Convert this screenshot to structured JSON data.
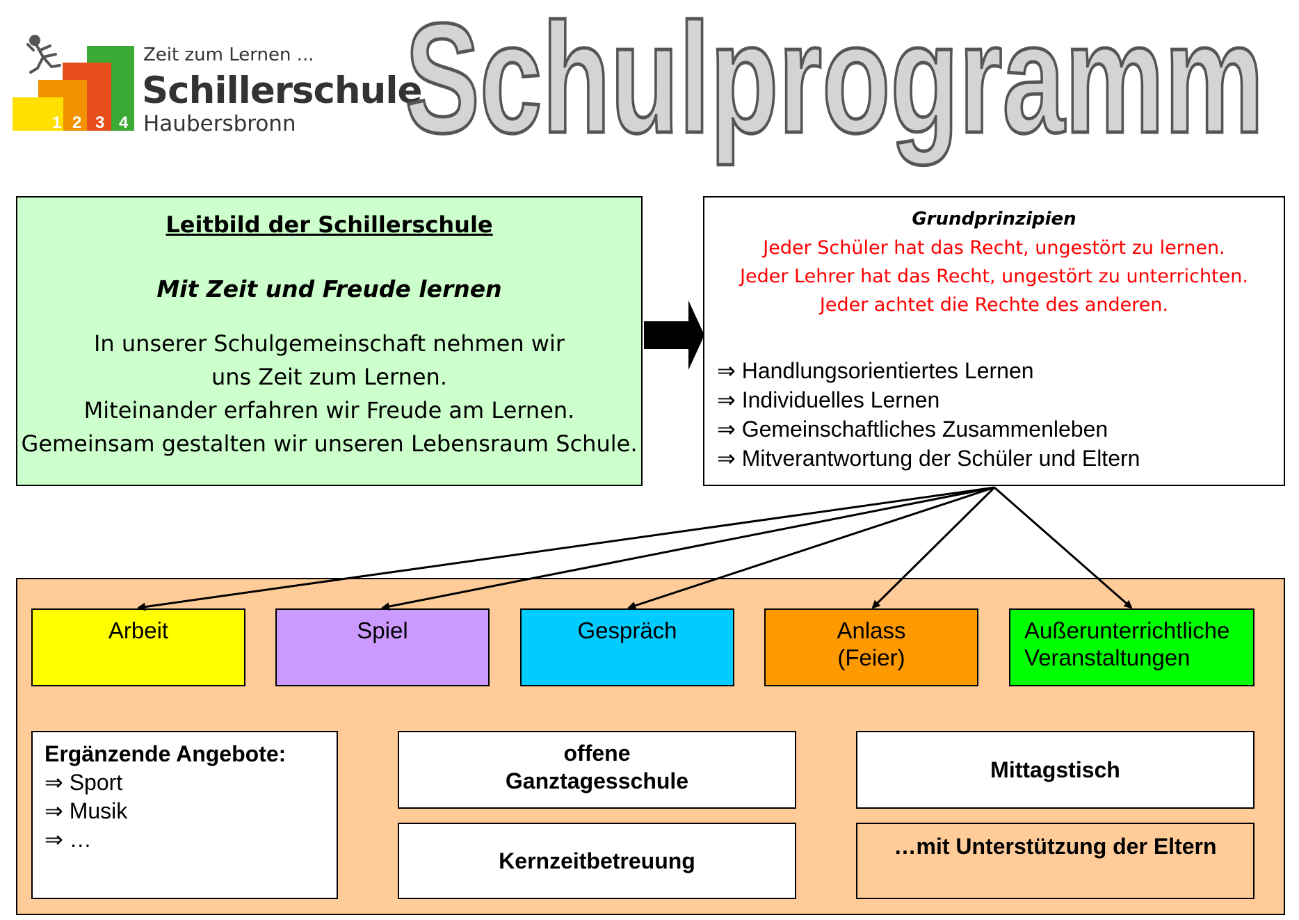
{
  "logo": {
    "tagline": "Zeit zum Lernen ...",
    "school": "Schillerschule",
    "town": "Haubersbronn",
    "steps": [
      "1",
      "2",
      "3",
      "4"
    ]
  },
  "title": "Schulprogramm",
  "leitbild": {
    "heading": "Leitbild der Schillerschule",
    "motto": "Mit Zeit und Freude lernen",
    "lines": [
      "In unserer Schulgemeinschaft nehmen wir",
      "uns Zeit zum Lernen.",
      "Miteinander erfahren wir Freude am Lernen.",
      "Gemeinsam gestalten wir unseren Lebensraum Schule."
    ]
  },
  "grundprinzipien": {
    "heading": "Grundprinzipien",
    "rules": [
      "Jeder Schüler hat das Recht, ungestört zu lernen.",
      "Jeder Lehrer hat das Recht, ungestört zu unterrichten.",
      "Jeder achtet die Rechte des anderen."
    ],
    "principles": [
      "Handlungsorientiertes Lernen",
      "Individuelles Lernen",
      "Gemeinschaftliches Zusammenleben",
      "Mitverantwortung der Schüler und Eltern"
    ]
  },
  "categories": [
    {
      "line1": "Arbeit",
      "line2": ""
    },
    {
      "line1": "Spiel",
      "line2": ""
    },
    {
      "line1": "Gespräch",
      "line2": ""
    },
    {
      "line1": "Anlass",
      "line2": "(Feier)"
    },
    {
      "line1": "Außerunterrichtliche",
      "line2": "Veranstaltungen"
    }
  ],
  "angebote": {
    "heading": "Ergänzende Angebote:",
    "items": [
      "Sport",
      "Musik",
      "…"
    ]
  },
  "ganztag": {
    "line1": "offene",
    "line2": "Ganztagesschule"
  },
  "kernzeit": "Kernzeitbetreuung",
  "mittag": "Mittagstisch",
  "eltern": "…mit Unterstützung der Eltern",
  "arrow_glyph": "⇒",
  "colors": {
    "leitbild_bg": "#ccffcc",
    "rules_red": "#ff0000",
    "panel_orange": "#ffcc99",
    "arbeit": "#ffff00",
    "spiel": "#cc99ff",
    "gespraech": "#00ccff",
    "anlass": "#ff9900",
    "ausser": "#00ff00"
  }
}
